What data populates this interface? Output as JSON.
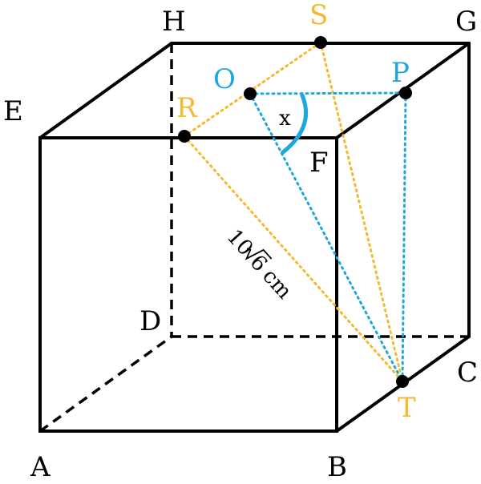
{
  "colors": {
    "edge": "#000000",
    "orange": "#F5B82E",
    "blue": "#1FA6DC",
    "label_default": "#000000"
  },
  "vertices": {
    "A": "A",
    "B": "B",
    "C": "C",
    "D": "D",
    "E": "E",
    "F": "F",
    "G": "G",
    "H": "H"
  },
  "points": {
    "S": "S",
    "O": "O",
    "P": "P",
    "R": "R",
    "T": "T"
  },
  "angle_label": "x",
  "length_label": {
    "prefix": "10",
    "radicand": "6",
    "unit": " cm"
  }
}
